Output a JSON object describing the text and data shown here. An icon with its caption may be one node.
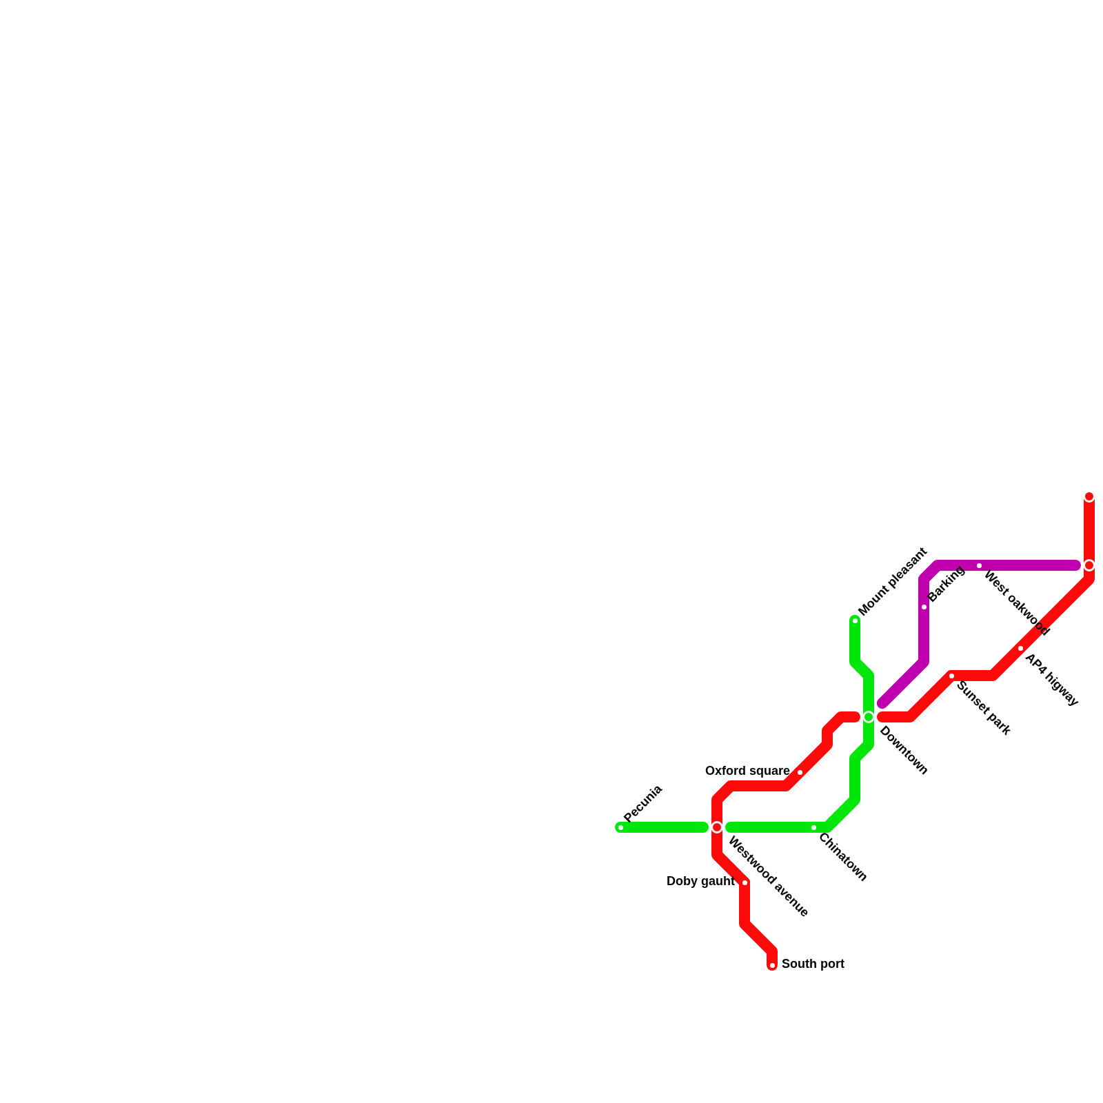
{
  "diagram": {
    "nodes": [
      {
        "text": [],
        "shape": "circle"
      },
      {
        "text": [],
        "shape": "circle"
      },
      {
        "text": [
          "West oakwood"
        ]
      },
      {
        "text": [
          "Barking"
        ]
      },
      {
        "text": [
          "Mount pleasant"
        ]
      },
      {
        "text": [
          "AP4 higway"
        ]
      },
      {
        "text": [
          "Sunset park"
        ]
      },
      {
        "text": [
          "Downtown"
        ]
      },
      {
        "text": [
          "Oxford square"
        ]
      },
      {
        "text": [
          "Pecunia"
        ]
      },
      {
        "text": [
          "Westwood avenue"
        ]
      },
      {
        "text": [
          "Chinatown"
        ]
      },
      {
        "text": [
          "Doby gauht"
        ]
      },
      {
        "text": [
          "South port"
        ]
      }
    ],
    "edges": [
      {
        "from": 9,
        "to": 10,
        "arrow": "none",
        "color": "#00e50a"
      },
      {
        "from": 10,
        "to": 11,
        "arrow": "none",
        "color": "#00e50a"
      },
      {
        "from": 11,
        "to": 7,
        "arrow": "none",
        "color": "#00e50a"
      },
      {
        "from": 7,
        "to": 4,
        "arrow": "none",
        "color": "#00e50a"
      },
      {
        "from": 13,
        "to": 12,
        "arrow": "none"
      },
      {
        "from": 12,
        "to": 10,
        "arrow": "none"
      },
      {
        "from": 10,
        "to": 8,
        "arrow": "none"
      },
      {
        "from": 8,
        "to": 7,
        "arrow": "none"
      },
      {
        "from": 7,
        "to": 6,
        "arrow": "none"
      },
      {
        "from": 6,
        "to": 5,
        "arrow": "none"
      },
      {
        "from": 5,
        "to": 1,
        "arrow": "none"
      },
      {
        "from": 1,
        "to": 0,
        "arrow": "none"
      },
      {
        "from": 7,
        "to": 3,
        "arrow": "none",
        "color": "#c000ad"
      },
      {
        "from": 3,
        "to": 2,
        "arrow": "none",
        "color": "#c000ad"
      },
      {
        "from": 2,
        "to": 1,
        "arrow": "none",
        "color": "#c000ad"
      }
    ]
  }
}
